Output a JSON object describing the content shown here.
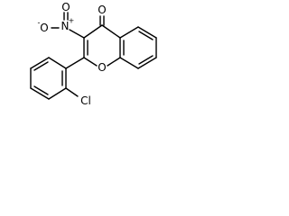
{
  "structure": {
    "atoms": {
      "oxo_O": "O",
      "nitro_N": "N",
      "nitro_N_charge": "+",
      "nitro_O_left": "O",
      "nitro_O_left_charge": "-",
      "nitro_O_top": "O",
      "ring_O": "O",
      "Cl": "Cl"
    }
  }
}
